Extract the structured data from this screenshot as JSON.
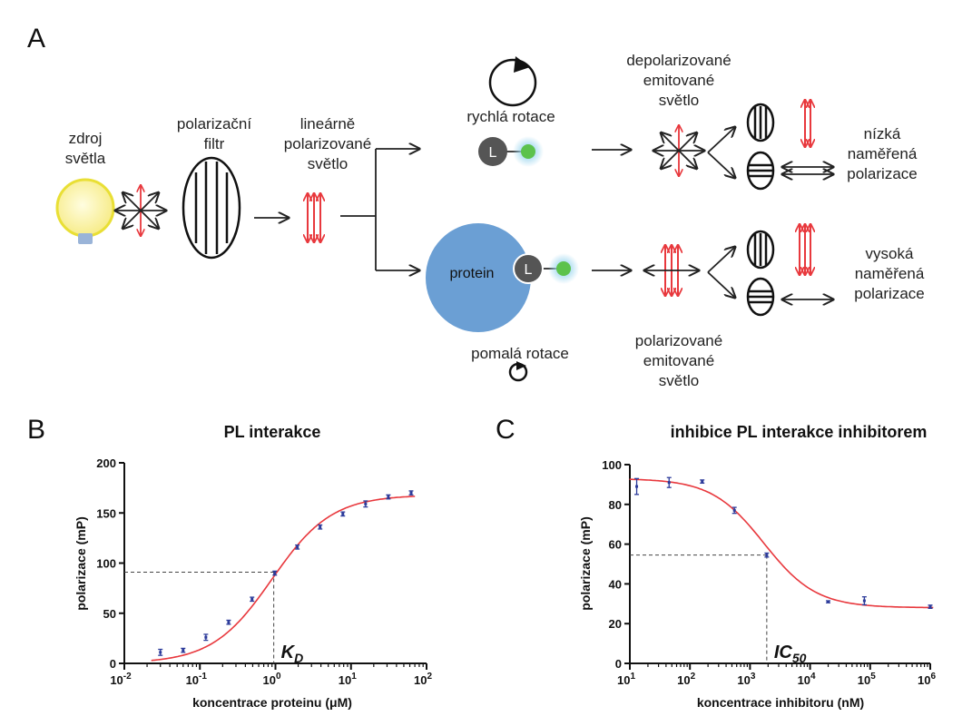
{
  "panel_a": {
    "letter": "A",
    "light_source": [
      "zdroj",
      "světla"
    ],
    "filter": [
      "polarizační",
      "filtr"
    ],
    "linear_light": [
      "lineárně",
      "polarizované",
      "světlo"
    ],
    "fast_rotation": "rychlá rotace",
    "slow_rotation": "pomalá rotace",
    "protein": "protein",
    "ligand": "L",
    "depolarized_light": [
      "depolarizované",
      "emitované",
      "světlo"
    ],
    "polarized_light": [
      "polarizované",
      "emitované",
      "světlo"
    ],
    "low_polarization": [
      "nízká",
      "naměřená",
      "polarizace"
    ],
    "high_polarization": [
      "vysoká",
      "naměřená",
      "polarizace"
    ],
    "colors": {
      "bulb": "#fbf3a0",
      "bulb_glow": "#f1e85a",
      "protein": "#6b9fd4",
      "ligand": "#555555",
      "fluor": "#5cc24c",
      "glow": "#9fd7ef",
      "red_arrow": "#e8383d"
    }
  },
  "chart_data": [
    {
      "letter": "B",
      "type": "scatter",
      "title": "PL interakce",
      "xlabel_pre": "koncentrace proteinu (",
      "xlabel_unit": "μM",
      "xlabel_post": ")",
      "ylabel": "polarizace (mP)",
      "xscale": "log",
      "xlim": [
        0.01,
        100
      ],
      "ylim": [
        0,
        200
      ],
      "x_ticks": [
        "10",
        "10",
        "10",
        "10",
        "10"
      ],
      "x_tick_exp": [
        "-2",
        "-1",
        "0",
        "1",
        "2"
      ],
      "y_ticks": [
        "0",
        "50",
        "100",
        "150",
        "200"
      ],
      "y_tick_values": [
        0,
        50,
        100,
        150,
        200
      ],
      "x": [
        0.03,
        0.06,
        0.12,
        0.24,
        0.49,
        0.98,
        1.95,
        3.9,
        7.8,
        15.6,
        31.2,
        62.5
      ],
      "y": [
        11,
        13,
        26,
        41,
        64,
        90,
        116,
        136,
        149,
        159,
        166,
        170
      ],
      "err": [
        3,
        2,
        3,
        2,
        2,
        2,
        2,
        2,
        2,
        3,
        2,
        2
      ],
      "fit": {
        "model": "sigmoid",
        "bottom": 0,
        "top": 168,
        "midpoint": 0.9,
        "hill": 1.1,
        "color": "#e8383d"
      },
      "marker_x": 0.95,
      "marker_y": 91,
      "marker_label": "K",
      "marker_sub": "D",
      "point_color": "#2b3a9a"
    },
    {
      "letter": "C",
      "type": "scatter",
      "title": "inhibice PL interakce inhibitorem",
      "xlabel_pre": "koncentrace inhibitoru (nM)",
      "xlabel_unit": "",
      "xlabel_post": "",
      "ylabel": "polarizace (mP)",
      "xscale": "log",
      "xlim": [
        10,
        1000000
      ],
      "ylim": [
        0,
        100
      ],
      "x_ticks": [
        "10",
        "10",
        "10",
        "10",
        "10",
        "10"
      ],
      "x_tick_exp": [
        "1",
        "2",
        "3",
        "4",
        "5",
        "6"
      ],
      "y_ticks": [
        "0",
        "20",
        "40",
        "60",
        "80",
        "100"
      ],
      "y_tick_values": [
        0,
        20,
        40,
        60,
        80,
        100
      ],
      "x": [
        13,
        45,
        160,
        550,
        1900,
        20000,
        80000,
        1000000
      ],
      "y": [
        89,
        91,
        91.5,
        77,
        54.5,
        31,
        31.5,
        28.5
      ],
      "err": [
        4,
        2.5,
        0.8,
        1.5,
        1,
        0.5,
        2,
        0.8
      ],
      "fit": {
        "model": "sigmoid",
        "bottom": 28,
        "top": 93,
        "midpoint": 1700,
        "hill": -1.0,
        "color": "#e8383d"
      },
      "marker_x": 1900,
      "marker_y": 54.5,
      "marker_label": "IC",
      "marker_sub": "50",
      "point_color": "#2b3a9a"
    }
  ]
}
